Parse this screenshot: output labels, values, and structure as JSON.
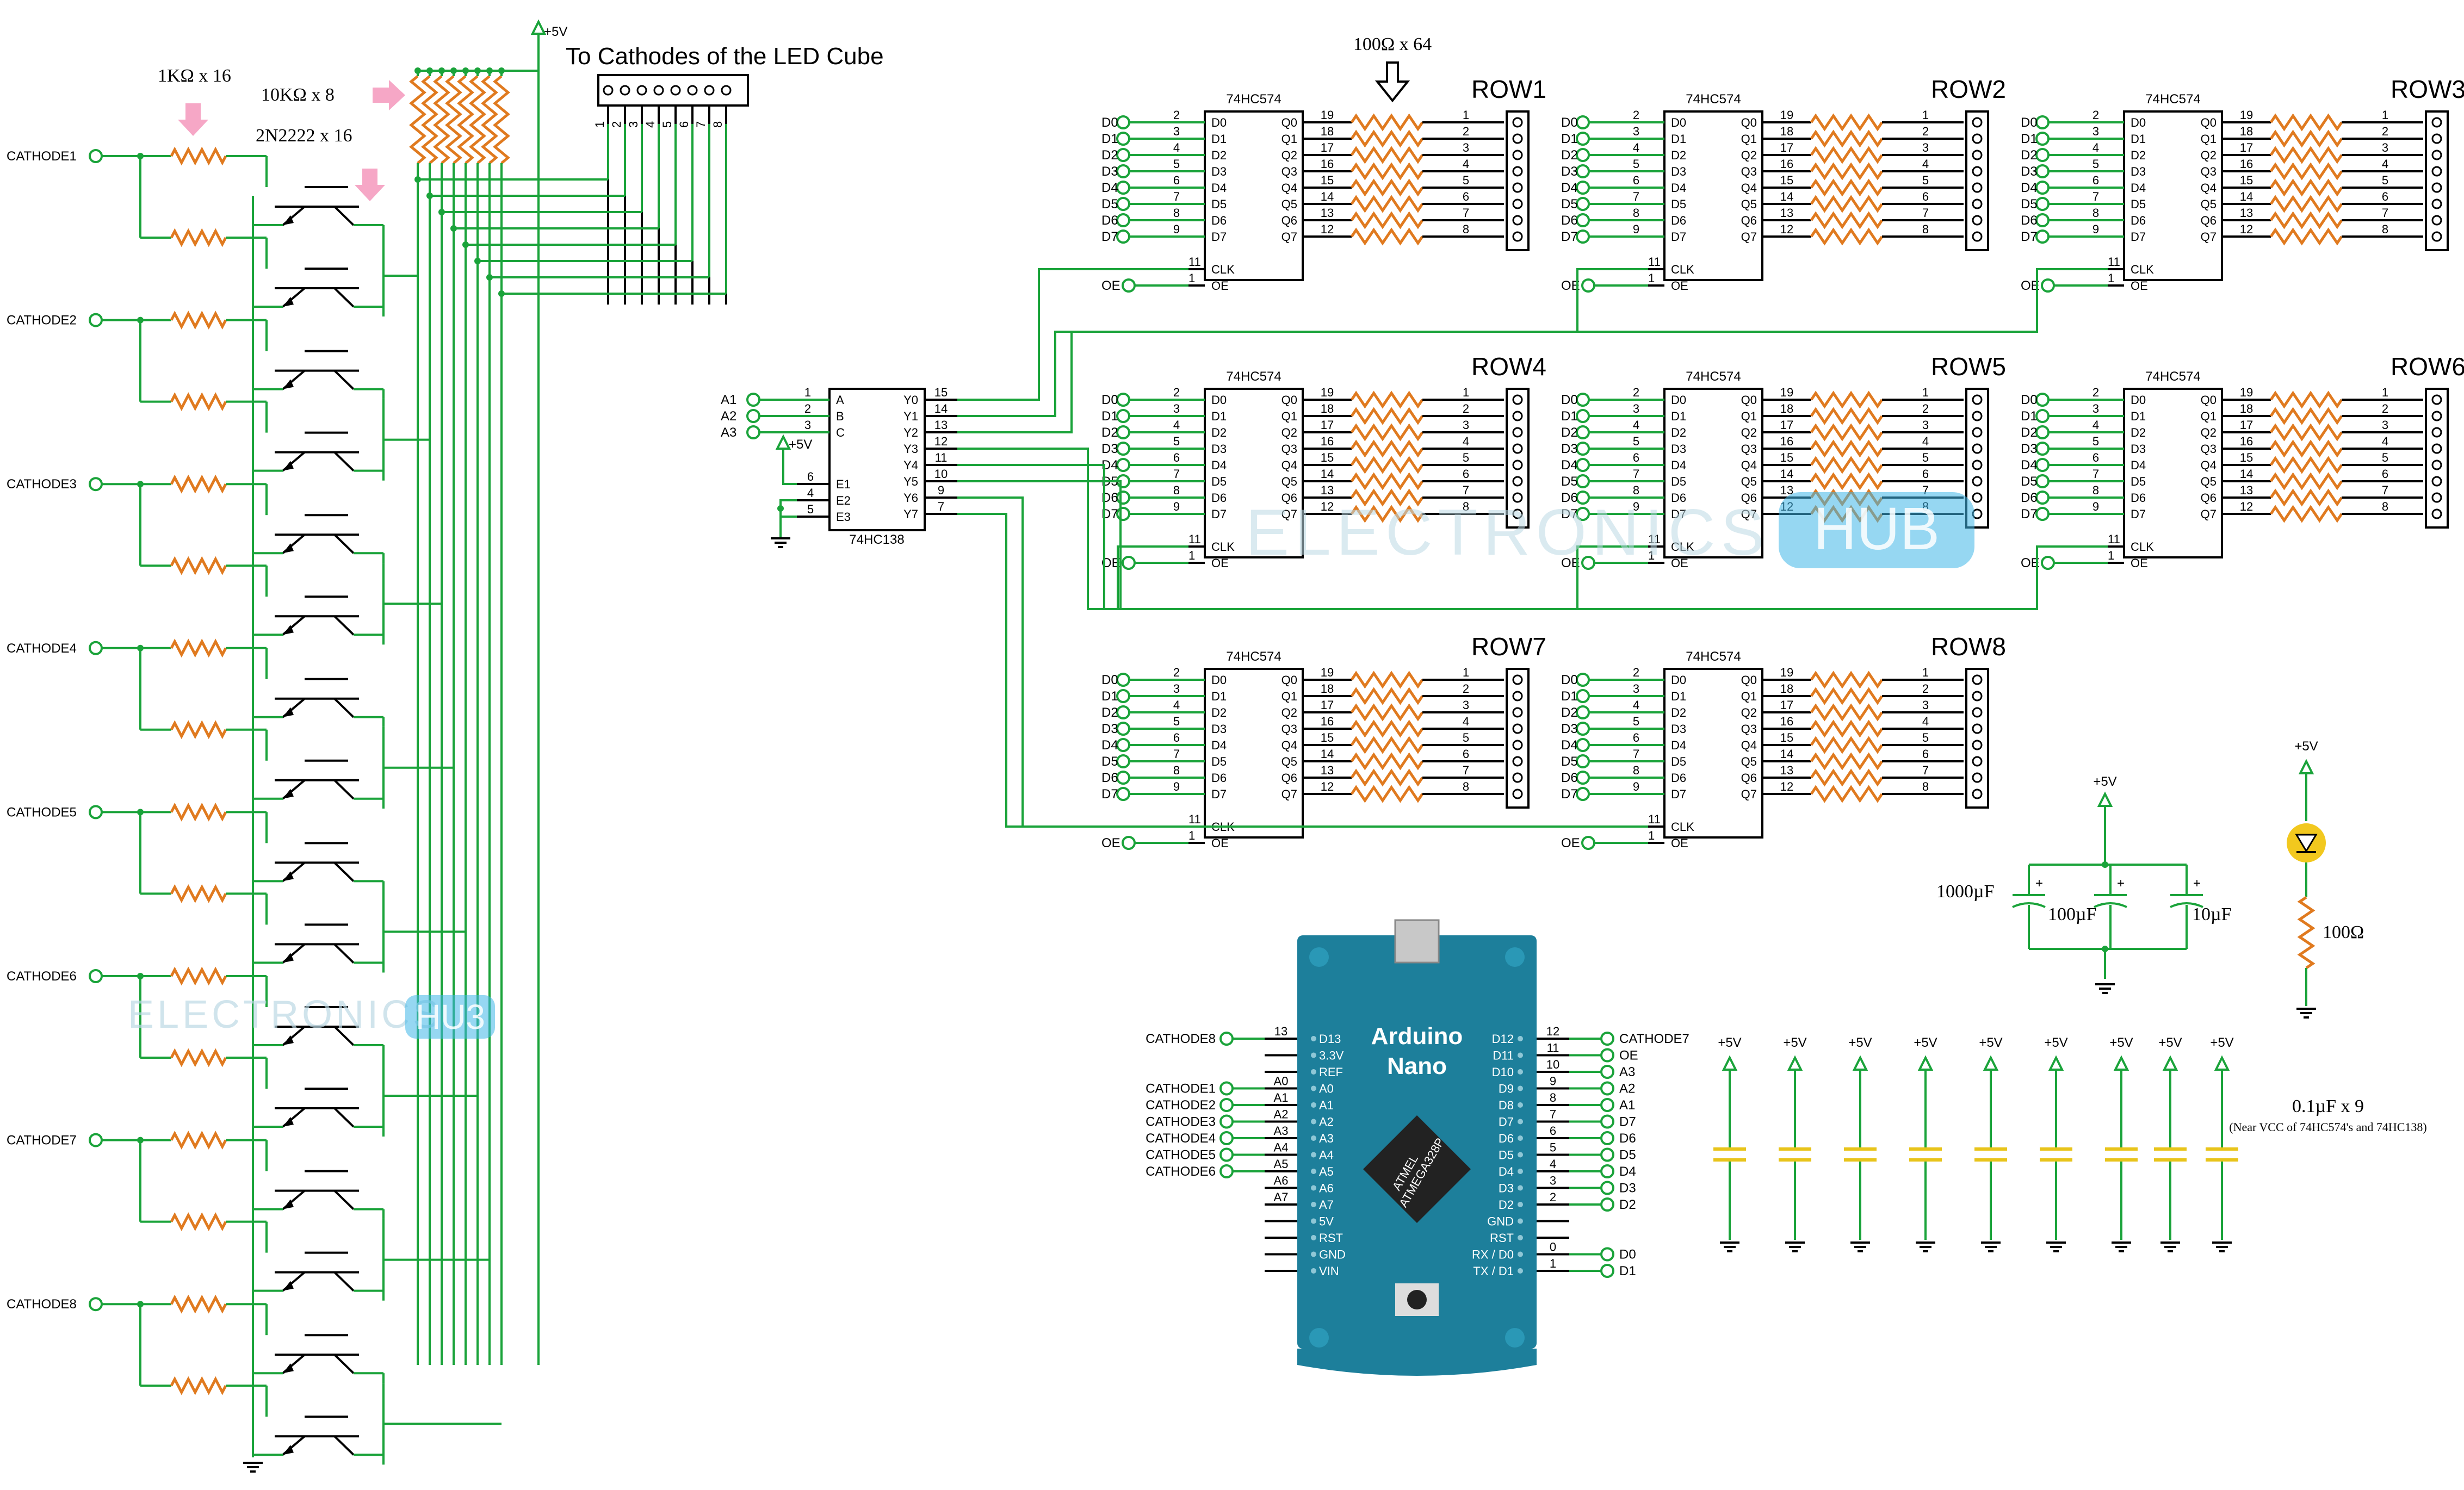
{
  "supply_label": "+5V",
  "left": {
    "cathodes": [
      "CATHODE1",
      "CATHODE2",
      "CATHODE3",
      "CATHODE4",
      "CATHODE5",
      "CATHODE6",
      "CATHODE7",
      "CATHODE8"
    ],
    "res1k_label": "1KΩ x 16",
    "res10k_label": "10KΩ x 8",
    "transistor_label": "2N2222 x 16",
    "header_title": "To Cathodes of the LED Cube",
    "header_pins": [
      "1",
      "2",
      "3",
      "4",
      "5",
      "6",
      "7",
      "8"
    ]
  },
  "resistor_array_label": "100Ω x 64",
  "latch": {
    "chip_name": "74HC574",
    "inputs": [
      "D0",
      "D1",
      "D2",
      "D3",
      "D4",
      "D5",
      "D6",
      "D7"
    ],
    "input_pins": [
      "2",
      "3",
      "4",
      "5",
      "6",
      "7",
      "8",
      "9"
    ],
    "outputs": [
      "Q0",
      "Q1",
      "Q2",
      "Q3",
      "Q4",
      "Q5",
      "Q6",
      "Q7"
    ],
    "output_pins": [
      "19",
      "18",
      "17",
      "16",
      "15",
      "14",
      "13",
      "12"
    ],
    "clk_label": "CLK",
    "clk_pin": "11",
    "oe_label": "OE",
    "oe_pin": "1",
    "row_pins": [
      "1",
      "2",
      "3",
      "4",
      "5",
      "6",
      "7",
      "8"
    ],
    "rows": [
      "ROW1",
      "ROW2",
      "ROW3",
      "ROW4",
      "ROW5",
      "ROW6",
      "ROW7",
      "ROW8"
    ]
  },
  "decoder": {
    "chip_name": "74HC138",
    "inputs": [
      "A",
      "B",
      "C"
    ],
    "input_pins": [
      "1",
      "2",
      "3"
    ],
    "input_nets": [
      "A1",
      "A2",
      "A3"
    ],
    "enables": [
      "E1",
      "E2",
      "E3"
    ],
    "enable_pins": [
      "6",
      "4",
      "5"
    ],
    "outputs": [
      "Y0",
      "Y1",
      "Y2",
      "Y3",
      "Y4",
      "Y5",
      "Y6",
      "Y7"
    ],
    "output_pins": [
      "15",
      "14",
      "13",
      "12",
      "11",
      "10",
      "9",
      "7"
    ]
  },
  "arduino": {
    "title_line1": "Arduino",
    "title_line2": "Nano",
    "mcu_line1": "ATMEL",
    "mcu_line2": "ATMEGA328P",
    "left_pins": [
      "D13",
      "3.3V",
      "REF",
      "A0",
      "A1",
      "A2",
      "A3",
      "A4",
      "A5",
      "A6",
      "A7",
      "5V",
      "RST",
      "GND",
      "VIN"
    ],
    "left_numbers": [
      "13",
      "",
      "",
      "A0",
      "A1",
      "A2",
      "A3",
      "A4",
      "A5",
      "A6",
      "A7",
      "",
      "",
      "",
      ""
    ],
    "left_nets": [
      "CATHODE8",
      "",
      "",
      "CATHODE1",
      "CATHODE2",
      "CATHODE3",
      "CATHODE4",
      "CATHODE5",
      "CATHODE6",
      "",
      "",
      "",
      "",
      "",
      ""
    ],
    "right_pins": [
      "D12",
      "D11",
      "D10",
      "D9",
      "D8",
      "D7",
      "D6",
      "D5",
      "D4",
      "D3",
      "D2",
      "GND",
      "RST",
      "RX / D0",
      "TX / D1"
    ],
    "right_numbers": [
      "12",
      "11",
      "10",
      "9",
      "8",
      "7",
      "6",
      "5",
      "4",
      "3",
      "2",
      "",
      "",
      "0",
      "1"
    ],
    "right_nets": [
      "CATHODE7",
      "OE",
      "A3",
      "A2",
      "A1",
      "D7",
      "D6",
      "D5",
      "D4",
      "D3",
      "D2",
      "",
      "",
      "D0",
      "D1"
    ]
  },
  "caps": {
    "c1": "1000µF",
    "c2": "100µF",
    "c3": "10µF",
    "plus": "+",
    "led_resistor": "100Ω",
    "decoupling_label": "0.1µF x 9",
    "decoupling_note": "(Near VCC of 74HC574's and 74HC138)"
  },
  "watermark": {
    "main": "ELECTRONICS",
    "tag": "HUB",
    "left_main": "ELECTRONICS",
    "left_tag": "HU3"
  },
  "colors": {
    "wire": "#1aa33a",
    "resistor": "#e07a1f",
    "arduino_board": "#1d7f9b",
    "arrow": "#f6a7c6",
    "capacitor": "#e8c41a",
    "led": "#f2c81e",
    "watermark": "#3fb7e8"
  }
}
